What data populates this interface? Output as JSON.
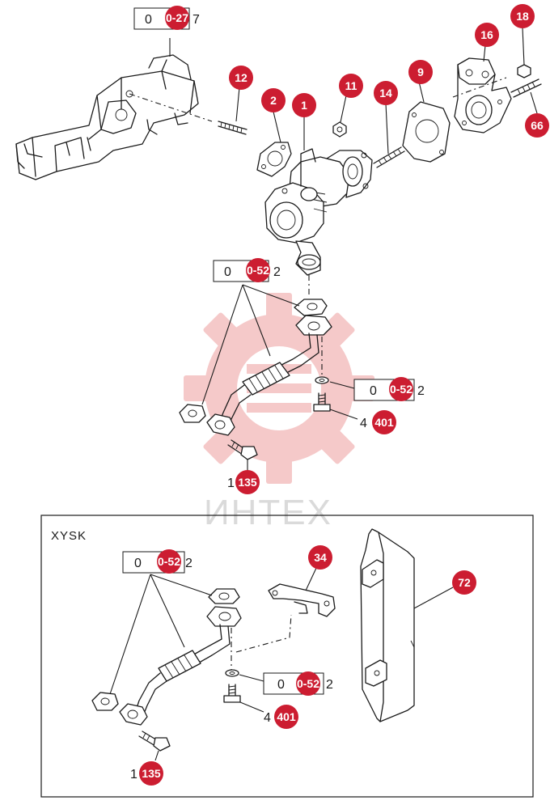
{
  "watermark": {
    "text": "ИНТЕХ",
    "color": "#f2c2c2"
  },
  "accent_color": "#cc1d31",
  "inset": {
    "label": "XYSK"
  },
  "refs": {
    "manifold": {
      "lead": "0",
      "badge": "0-27",
      "tail": "7"
    },
    "upper_tube": {
      "lead": "0",
      "badge": "0-52",
      "tail": "2"
    },
    "upper_washer": {
      "lead": "0",
      "badge": "0-52",
      "tail": "2"
    },
    "inset_tube": {
      "lead": "0",
      "badge": "0-52",
      "tail": "2"
    },
    "inset_washer": {
      "lead": "0",
      "badge": "0-52",
      "tail": "2"
    }
  },
  "parts": {
    "p1": "1",
    "p2": "2",
    "p9": "9",
    "p11": "11",
    "p12": "12",
    "p14": "14",
    "p16": "16",
    "p18": "18",
    "p66": "66",
    "p34": "34",
    "p72": "72",
    "bolt_upper": {
      "lead": "4",
      "badge": "401"
    },
    "banjo_upper": {
      "lead": "1",
      "badge": "135"
    },
    "bolt_inset": {
      "lead": "4",
      "badge": "401"
    },
    "banjo_inset": {
      "lead": "1",
      "badge": "135"
    }
  }
}
